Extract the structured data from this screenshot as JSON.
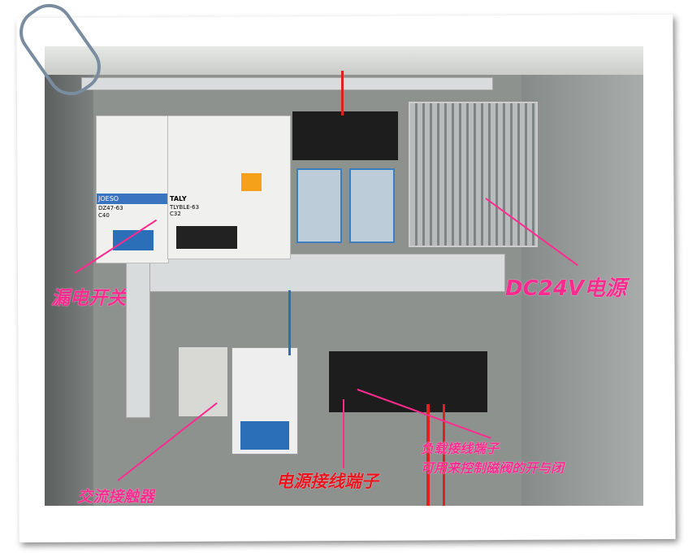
{
  "labels": {
    "leakage_switch": "漏电开关",
    "dc_power": "DC24V电源",
    "load_terminal_line1": "负载接线端子",
    "load_terminal_line2": "可用来控制磁阀的开与闭",
    "power_terminal": "电源接线端子",
    "ac_contactor": "交流接触器"
  },
  "device_markings": {
    "breaker1_brand": "JOESO",
    "breaker1_model": "DZ47-63",
    "breaker1_rating": "C40",
    "breaker2_brand": "TALY",
    "breaker2_model": "TLYBLE-63",
    "breaker2_rating": "C32"
  },
  "colors": {
    "annotation": "#ff2a8f"
  }
}
